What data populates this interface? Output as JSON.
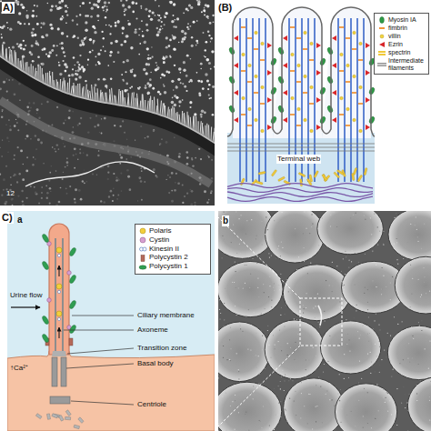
{
  "diagram": {
    "labels": [
      "A)",
      "12",
      "(B)",
      "Terminal web",
      "C)",
      "a",
      "b",
      "Urine flow",
      "Ciliary membrane",
      "Axoneme",
      "Transition zone",
      "Basal body",
      "Centriole",
      "↑Ca²⁺"
    ],
    "legend": [
      {
        "text": "Myosin IA"
      },
      {
        "text": "fimbrin"
      },
      {
        "text": "villin"
      },
      {
        "text": "Ezrin"
      },
      {
        "text": "spectrin"
      },
      {
        "text": "Intermediate filaments"
      },
      {
        "text": "Polaris"
      },
      {
        "text": "Cystin"
      },
      {
        "text": "Kinesin II"
      },
      {
        "text": "Polycystin 2"
      },
      {
        "text": "Polycystin 1"
      }
    ]
  }
}
